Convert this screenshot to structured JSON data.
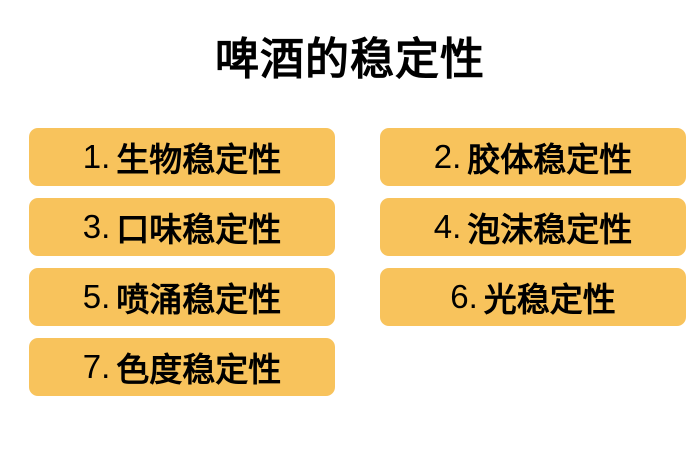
{
  "title": "啤酒的稳定性",
  "colors": {
    "box_fill": "#F8C35C",
    "text": "#000000",
    "background": "#FFFFFF"
  },
  "items": [
    {
      "num": "1.",
      "label": "生物稳定性"
    },
    {
      "num": "2.",
      "label": "胶体稳定性"
    },
    {
      "num": "3.",
      "label": "口味稳定性"
    },
    {
      "num": "4.",
      "label": "泡沫稳定性"
    },
    {
      "num": "5.",
      "label": "喷涌稳定性"
    },
    {
      "num": "6.",
      "label": "光稳定性"
    },
    {
      "num": "7.",
      "label": "色度稳定性"
    }
  ]
}
